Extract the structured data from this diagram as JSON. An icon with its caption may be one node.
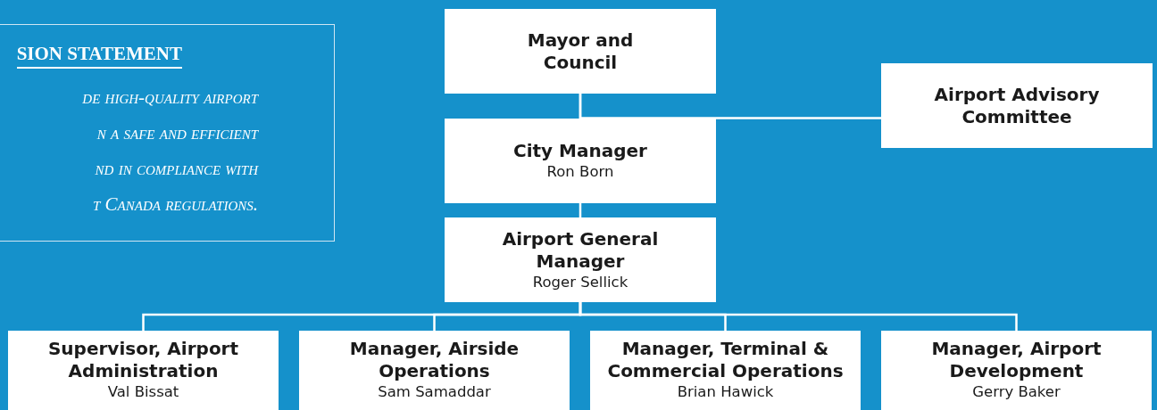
{
  "diagram": {
    "nodes": [
      {
        "text": [
          "SION STATEMENT",
          "de high-quality airport",
          "n a safe and efficient",
          "nd in compliance with",
          "t Canada regulations."
        ]
      },
      {
        "text": [
          "Mayor and Council"
        ]
      },
      {
        "text": [
          "Airport Advisory Committee"
        ]
      },
      {
        "text": [
          "City Manager",
          "Ron Born"
        ]
      },
      {
        "text": [
          "Airport General Manager",
          "Roger Sellick"
        ]
      },
      {
        "text": [
          "Supervisor, Airport Administration",
          "Val Bissat"
        ]
      },
      {
        "text": [
          "Manager, Airside Operations",
          "Sam Samaddar"
        ]
      },
      {
        "text": [
          "Manager, Terminal & Commercial Operations",
          "Brian Hawick"
        ]
      },
      {
        "text": [
          "Manager, Airport Development",
          "Gerry Baker"
        ]
      }
    ],
    "edges": [
      {
        "from": 1,
        "to": 3,
        "arrow": "none"
      },
      {
        "from": 2,
        "to": 1,
        "arrow": "none"
      },
      {
        "from": 3,
        "to": 4,
        "arrow": "none"
      },
      {
        "from": 4,
        "to": 5,
        "arrow": "none"
      },
      {
        "from": 4,
        "to": 6,
        "arrow": "none"
      },
      {
        "from": 4,
        "to": 7,
        "arrow": "none"
      },
      {
        "from": 4,
        "to": 8,
        "arrow": "none"
      }
    ]
  }
}
